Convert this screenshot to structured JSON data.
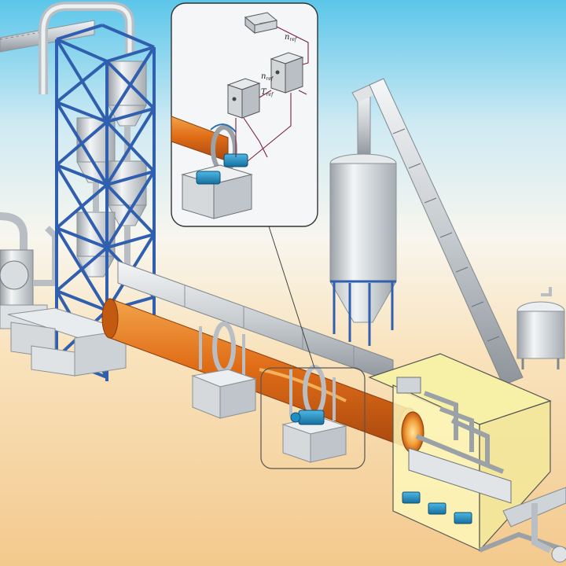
{
  "diagram": {
    "inset_labels": {
      "n_main": "n",
      "n_sub": "ref",
      "n2_main": "n",
      "n2_sub": "ref",
      "t_main": "T",
      "t_sub": "ref"
    }
  },
  "colors": {
    "sky_top": "#5bc6ea",
    "sky_mid": "#e7f4f8",
    "ground": "#f5d39a",
    "tower_blue": "#2f5fae",
    "kiln_orange": "#e27a1e",
    "motor_blue": "#1e8fc6",
    "steel": "#cfd4d8",
    "housing_yellow": "#fdf7b8"
  }
}
